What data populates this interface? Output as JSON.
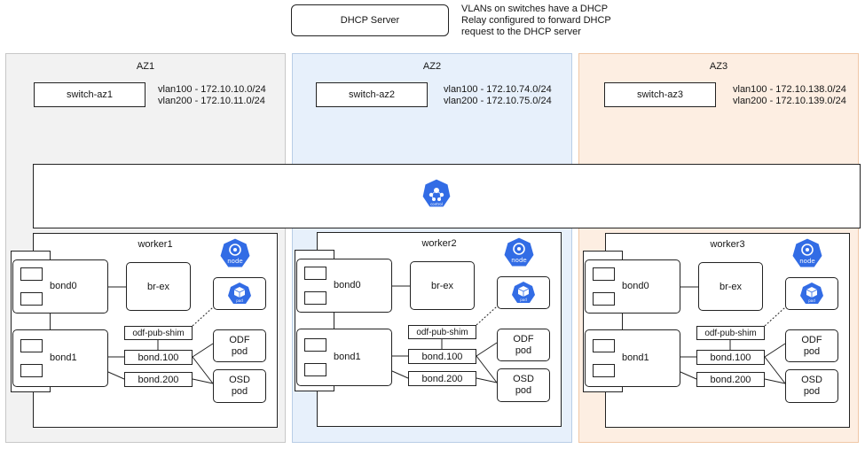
{
  "dhcp": {
    "server_label": "DHCP Server",
    "note_lines": [
      "VLANs on switches have a DHCP",
      "Relay configured to forward DHCP",
      "request to the DHCP server"
    ]
  },
  "zones": [
    {
      "title": "AZ1",
      "switch": "switch-az1",
      "vlans": [
        "vlan100 - 172.10.10.0/24",
        "vlan200 - 172.10.11.0/24"
      ],
      "worker": "worker1",
      "color": "#f2f2f2"
    },
    {
      "title": "AZ2",
      "switch": "switch-az2",
      "vlans": [
        "vlan100 - 172.10.74.0/24",
        "vlan200 - 172.10.75.0/24"
      ],
      "worker": "worker2",
      "color": "#e7f0fb"
    },
    {
      "title": "AZ3",
      "switch": "switch-az3",
      "vlans": [
        "vlan100 - 172.10.138.0/24",
        "vlan200 - 172.10.139.0/24"
      ],
      "worker": "worker3",
      "color": "#fdeee2"
    }
  ],
  "control_plane": {
    "icon_text": [
      "control",
      "plane"
    ]
  },
  "worker_parts": {
    "bond0": "bond0",
    "bond1": "bond1",
    "br_ex": "br-ex",
    "shim": "odf-pub-shim",
    "bond100": "bond.100",
    "bond200": "bond.200",
    "odf_pod": [
      "ODF",
      "pod"
    ],
    "osd_pod": [
      "OSD",
      "pod"
    ],
    "node_icon": "node",
    "pod_icon": "pod"
  },
  "colors": {
    "kube_blue": "#326ce5",
    "az1_bg": "#f2f2f2",
    "az2_bg": "#e7f0fb",
    "az3_bg": "#fdeee2"
  }
}
